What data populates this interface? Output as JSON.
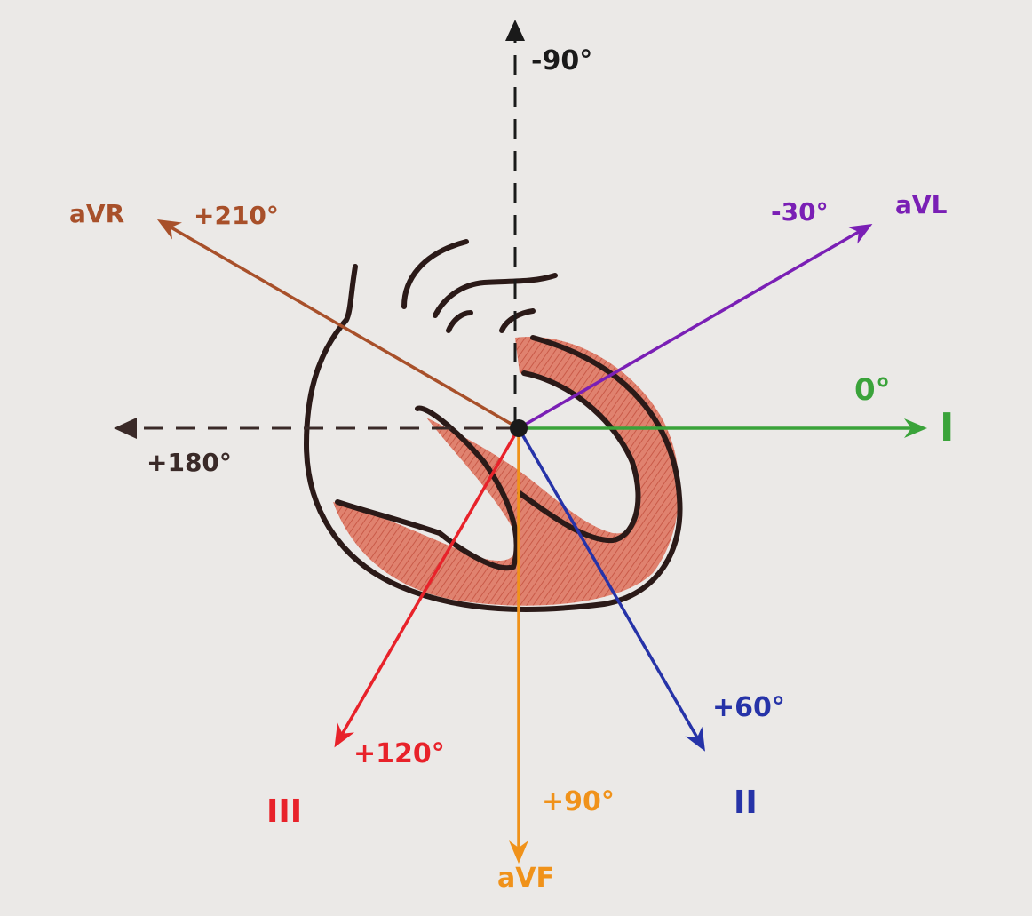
{
  "axes": {
    "horizontal_left": {
      "label": "+180°",
      "degrees": 180,
      "color": "#3a2a28"
    },
    "vertical_up": {
      "label": "-90°",
      "degrees": -90,
      "color": "#1a1a1a"
    }
  },
  "leads": [
    {
      "id": "I",
      "lead_label": "I",
      "angle_label": "0°",
      "degrees": 0,
      "color": "#3aa33a"
    },
    {
      "id": "II",
      "lead_label": "II",
      "angle_label": "+60°",
      "degrees": 60,
      "color": "#2633a8"
    },
    {
      "id": "III",
      "lead_label": "III",
      "angle_label": "+120°",
      "degrees": 120,
      "color": "#e8222a"
    },
    {
      "id": "aVF",
      "lead_label": "aVF",
      "angle_label": "+90°",
      "degrees": 90,
      "color": "#f0921a"
    },
    {
      "id": "aVL",
      "lead_label": "aVL",
      "angle_label": "-30°",
      "degrees": -30,
      "color": "#7a1fb5"
    },
    {
      "id": "aVR",
      "lead_label": "aVR",
      "angle_label": "+210°",
      "degrees": 210,
      "color": "#a8502a"
    }
  ],
  "colors": {
    "background": "#ebe9e7",
    "heart_outline": "#2b1a18",
    "myocardium": "#d9705f",
    "center_dot": "#1a1a1a"
  }
}
